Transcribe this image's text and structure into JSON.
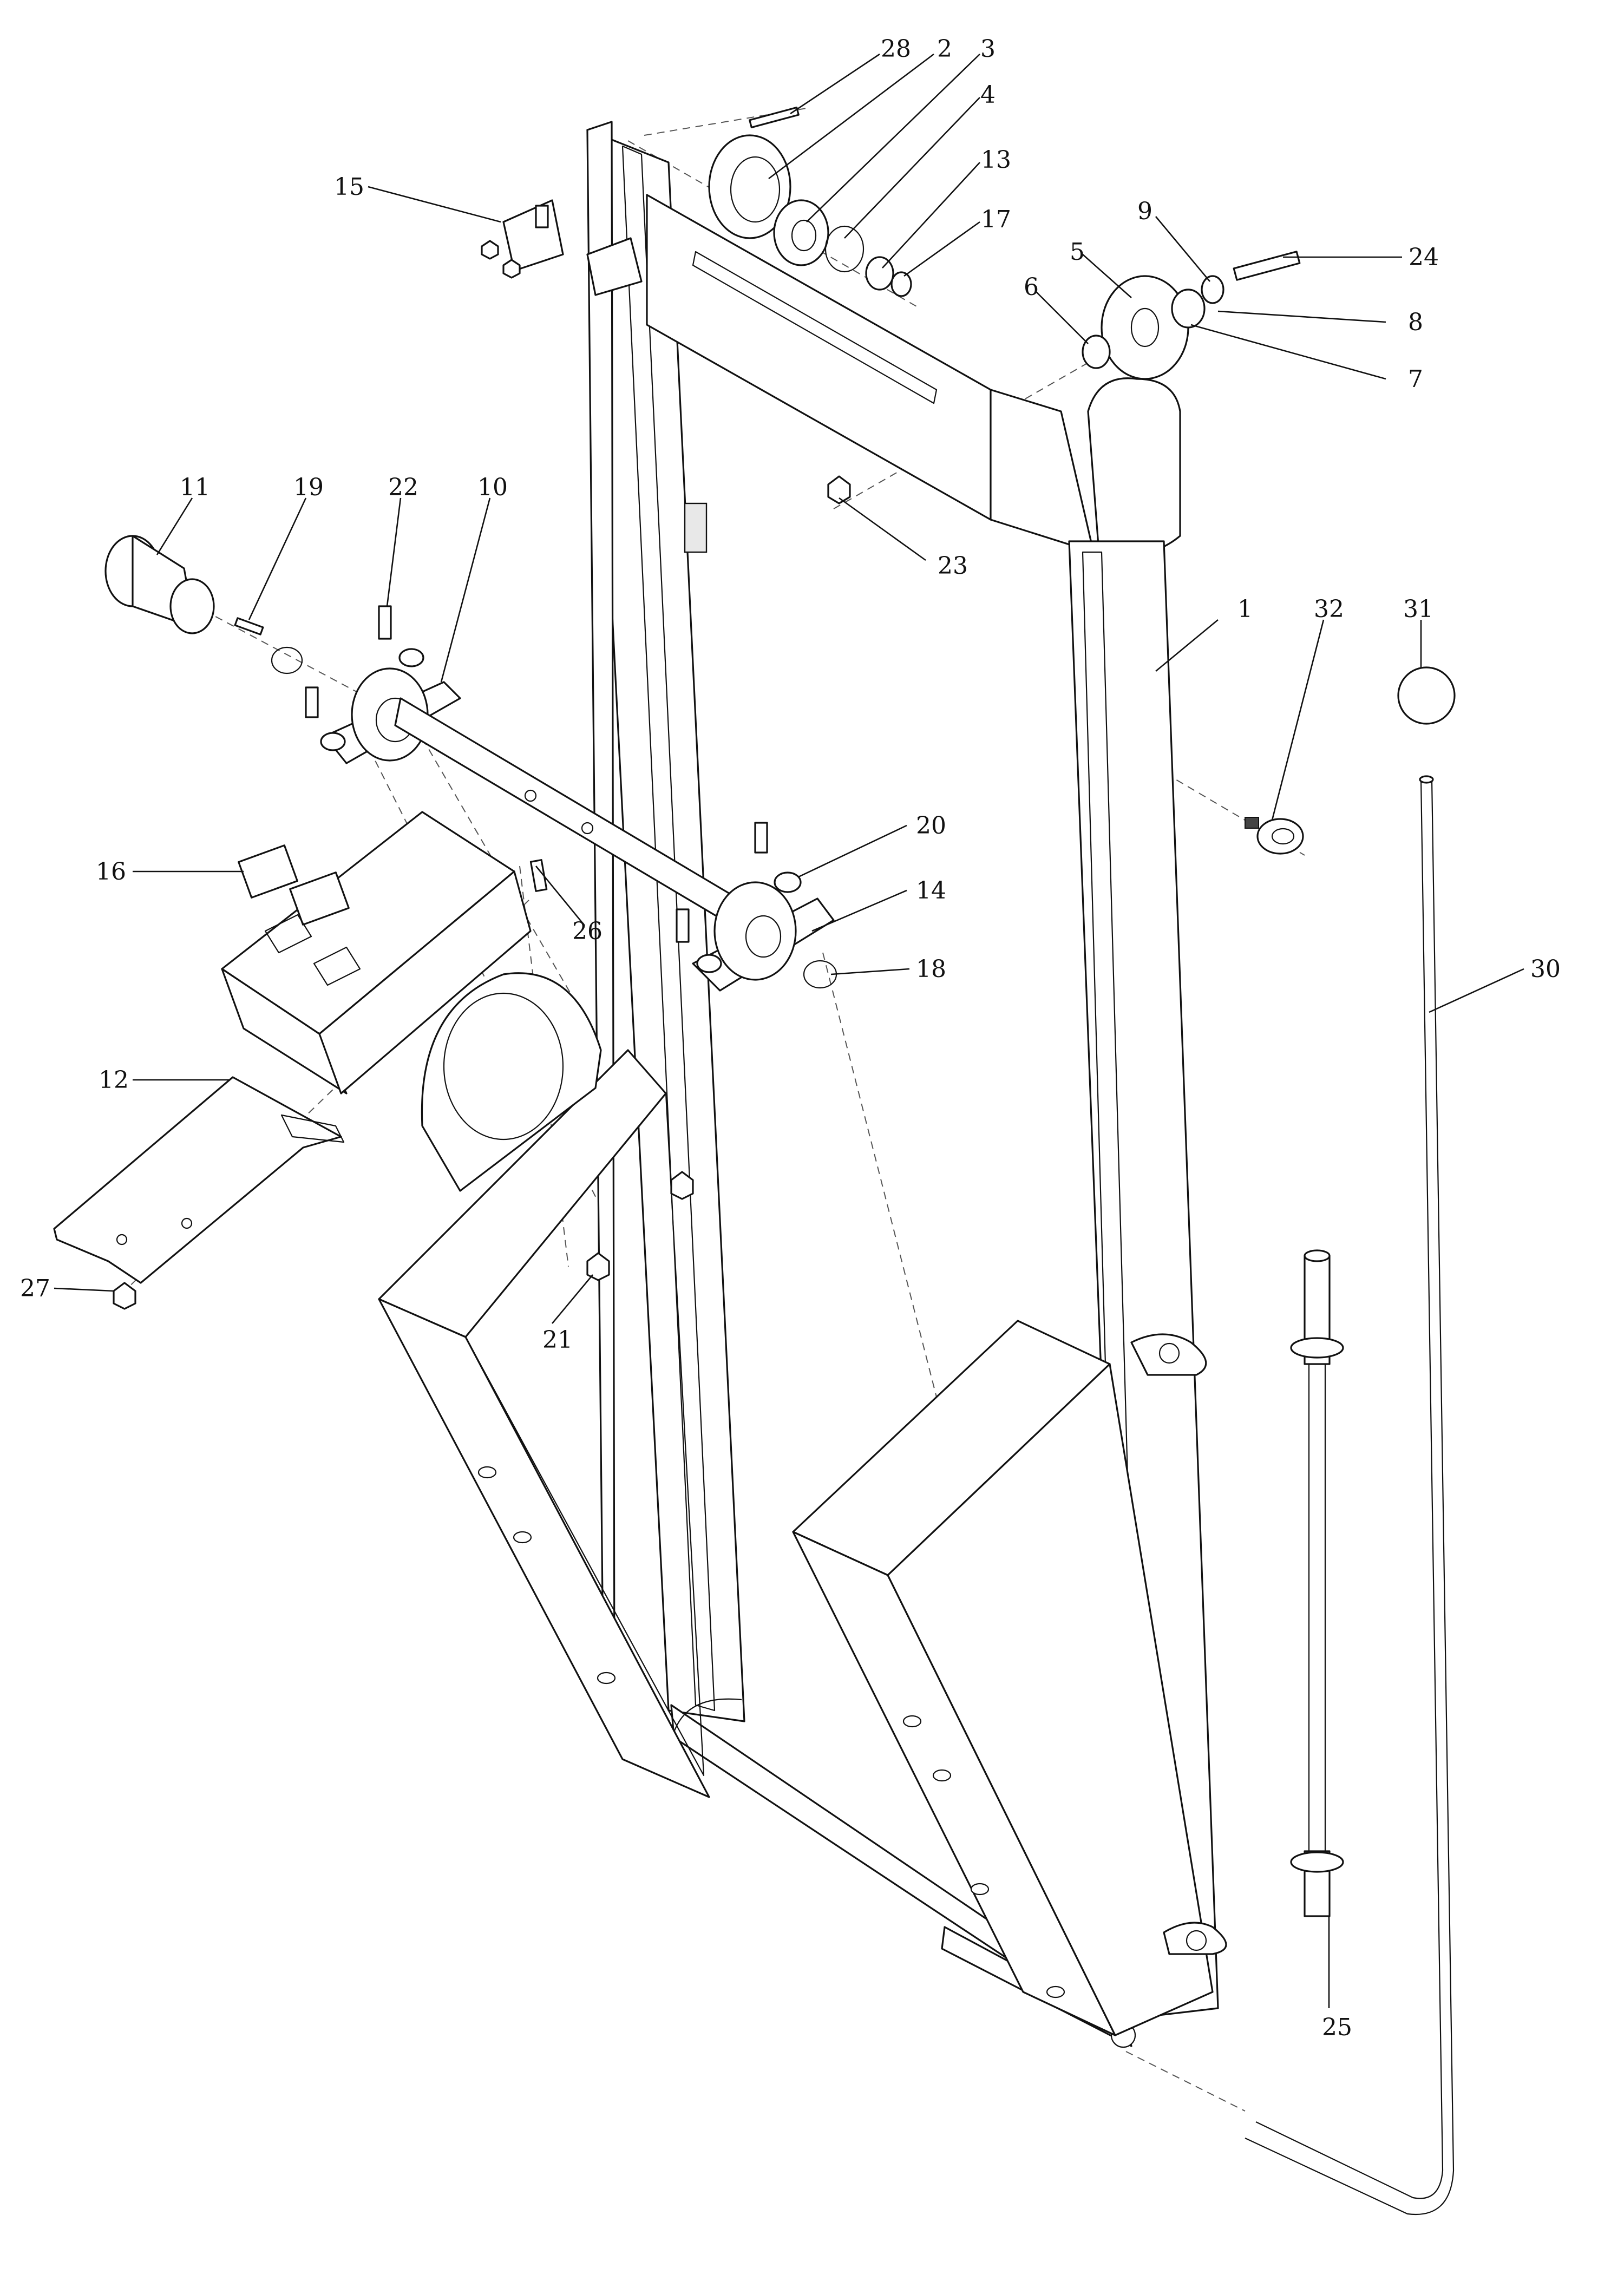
{
  "diagram": {
    "labels": [
      {
        "id": "28",
        "text": "28"
      },
      {
        "id": "2",
        "text": "2"
      },
      {
        "id": "3",
        "text": "3"
      },
      {
        "id": "4",
        "text": "4"
      },
      {
        "id": "13",
        "text": "13"
      },
      {
        "id": "17",
        "text": "17"
      },
      {
        "id": "15",
        "text": "15"
      },
      {
        "id": "9",
        "text": "9"
      },
      {
        "id": "24",
        "text": "24"
      },
      {
        "id": "5",
        "text": "5"
      },
      {
        "id": "8",
        "text": "8"
      },
      {
        "id": "6",
        "text": "6"
      },
      {
        "id": "7",
        "text": "7"
      },
      {
        "id": "23",
        "text": "23"
      },
      {
        "id": "11",
        "text": "11"
      },
      {
        "id": "19",
        "text": "19"
      },
      {
        "id": "22",
        "text": "22"
      },
      {
        "id": "10",
        "text": "10"
      },
      {
        "id": "1",
        "text": "1"
      },
      {
        "id": "32",
        "text": "32"
      },
      {
        "id": "31",
        "text": "31"
      },
      {
        "id": "20",
        "text": "20"
      },
      {
        "id": "16",
        "text": "16"
      },
      {
        "id": "14",
        "text": "14"
      },
      {
        "id": "26",
        "text": "26"
      },
      {
        "id": "18",
        "text": "18"
      },
      {
        "id": "30",
        "text": "30"
      },
      {
        "id": "12",
        "text": "12"
      },
      {
        "id": "27",
        "text": "27"
      },
      {
        "id": "21",
        "text": "21"
      },
      {
        "id": "25",
        "text": "25"
      }
    ]
  }
}
